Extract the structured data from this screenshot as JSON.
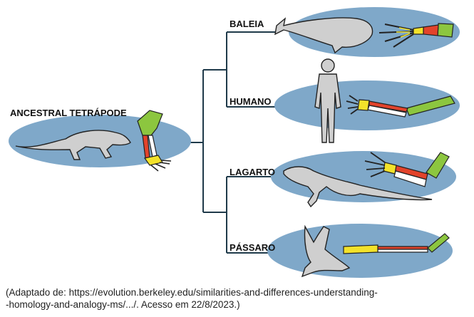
{
  "labels": {
    "ancestor": "ANCESTRAL TETRÁPODE",
    "whale": "BALEIA",
    "human": "HUMANO",
    "lizard": "LAGARTO",
    "bird": "PÁSSARO"
  },
  "caption": {
    "line1": "(Adaptado de: https://evolution.berkeley.edu/similarities-and-differences-understanding-",
    "line2": "-homology-and-analogy-ms/.../. Acesso em 22/8/2023.)"
  },
  "colors": {
    "ellipse": "#7fa8c9",
    "animal": "#cfcfcf",
    "outline": "#222222",
    "humerus": "#8cc63f",
    "radius_ulna": "#e2432b",
    "carpals": "#f3e22a",
    "tree_line": "#1f3a4a"
  }
}
